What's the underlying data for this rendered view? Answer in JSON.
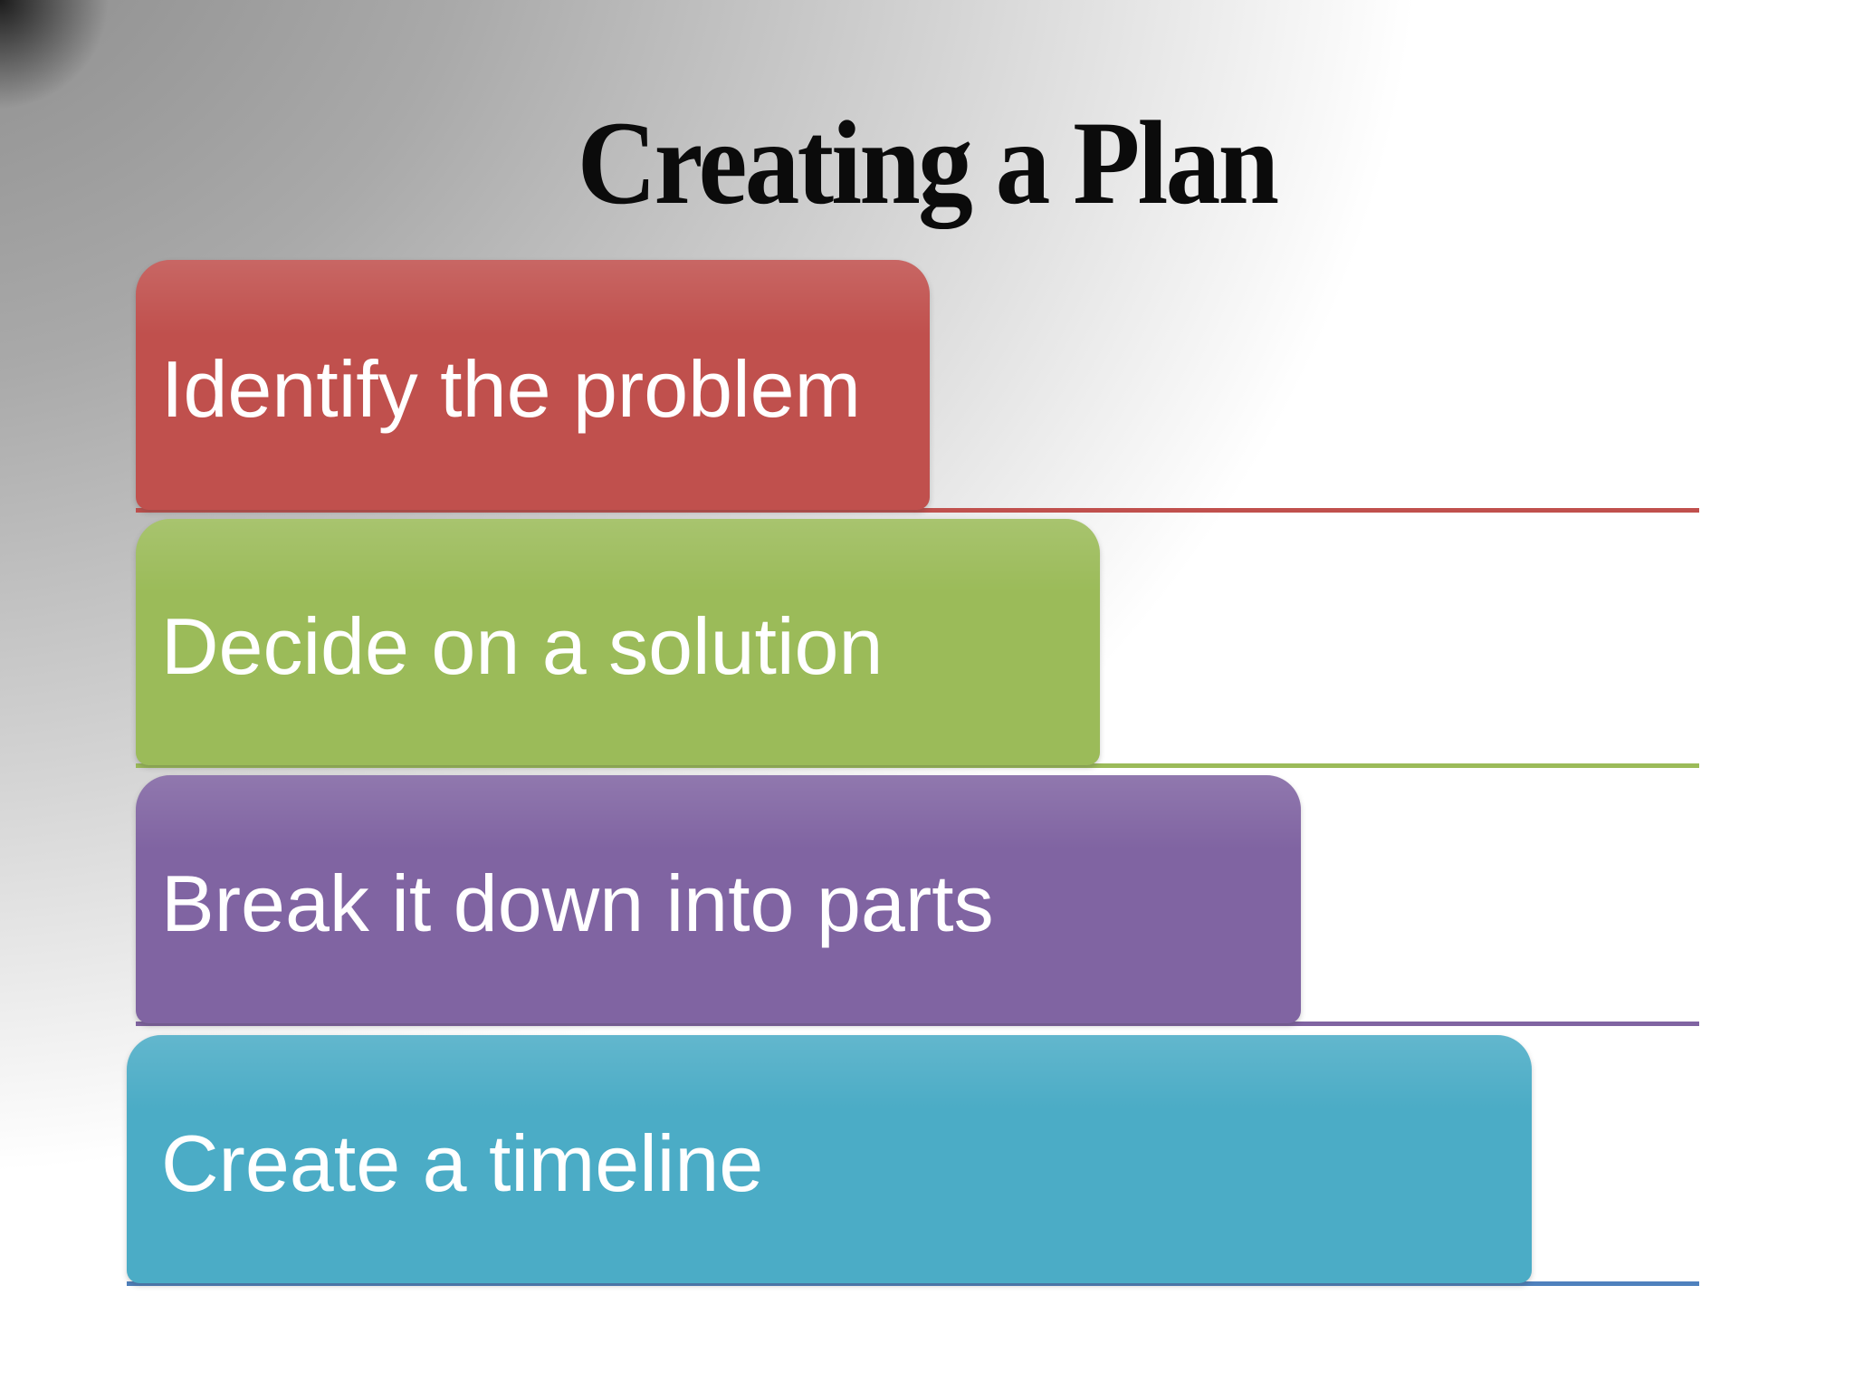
{
  "slide": {
    "title": "Creating a Plan",
    "title_color": "#0b0b0b",
    "label_color": "#ffffff",
    "steps": [
      {
        "label": "Identify the problem",
        "bar_color": "#c0504d",
        "line_color": "#c0504d"
      },
      {
        "label": "Decide on a solution",
        "bar_color": "#9bbb59",
        "line_color": "#9bbb59"
      },
      {
        "label": "Break it down into parts",
        "bar_color": "#8064a2",
        "line_color": "#8064a2"
      },
      {
        "label": "Create a timeline",
        "bar_color": "#4bacc6",
        "line_color": "#4f81bd"
      }
    ]
  }
}
